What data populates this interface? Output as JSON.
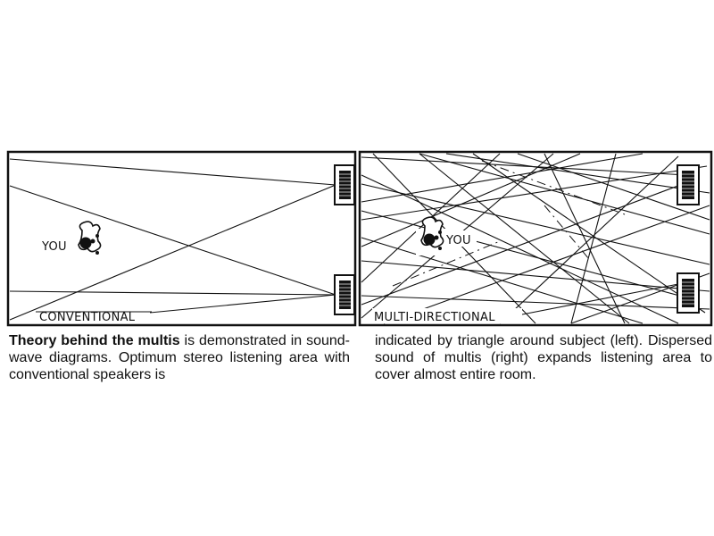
{
  "diagrams": {
    "conventional": {
      "label": "CONVENTIONAL",
      "listener_label": "YOU"
    },
    "multidirectional": {
      "label": "MULTI-DIRECTIONAL",
      "listener_label": "YOU"
    }
  },
  "caption": {
    "left": {
      "bold_lead": "Theory behind the multis",
      "text": " is demonstrated in sound-wave diagrams. Optimum stereo listening area with conventional speakers is"
    },
    "right": {
      "text": "indicated by triangle around subject (left). Dispersed sound of multis (right) expands listening area to cover almost entire room."
    }
  }
}
